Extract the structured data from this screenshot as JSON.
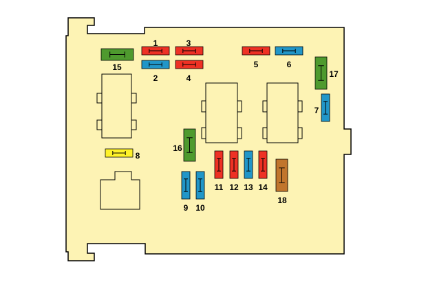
{
  "colors": {
    "panel": "#fdf3b4",
    "outline": "#000000",
    "red": "#ee3124",
    "blue": "#2196c8",
    "green": "#4e9a2e",
    "yellow": "#fff22a",
    "brown": "#c1752c"
  },
  "fuses": [
    {
      "id": "fuse-1",
      "label": "1",
      "color": "red"
    },
    {
      "id": "fuse-2",
      "label": "2",
      "color": "blue"
    },
    {
      "id": "fuse-3",
      "label": "3",
      "color": "red"
    },
    {
      "id": "fuse-4",
      "label": "4",
      "color": "red"
    },
    {
      "id": "fuse-5",
      "label": "5",
      "color": "red"
    },
    {
      "id": "fuse-6",
      "label": "6",
      "color": "blue"
    },
    {
      "id": "fuse-7",
      "label": "7",
      "color": "blue"
    },
    {
      "id": "fuse-8",
      "label": "8",
      "color": "yellow"
    },
    {
      "id": "fuse-9",
      "label": "9",
      "color": "blue"
    },
    {
      "id": "fuse-10",
      "label": "10",
      "color": "blue"
    },
    {
      "id": "fuse-11",
      "label": "11",
      "color": "red"
    },
    {
      "id": "fuse-12",
      "label": "12",
      "color": "red"
    },
    {
      "id": "fuse-13",
      "label": "13",
      "color": "blue"
    },
    {
      "id": "fuse-14",
      "label": "14",
      "color": "red"
    },
    {
      "id": "fuse-15",
      "label": "15",
      "color": "green"
    },
    {
      "id": "fuse-16",
      "label": "16",
      "color": "green"
    },
    {
      "id": "fuse-17",
      "label": "17",
      "color": "green"
    },
    {
      "id": "fuse-18",
      "label": "18",
      "color": "brown"
    }
  ],
  "relays": [
    {
      "id": "relay-left"
    },
    {
      "id": "relay-center"
    },
    {
      "id": "relay-right"
    },
    {
      "id": "connector-bottom"
    }
  ]
}
